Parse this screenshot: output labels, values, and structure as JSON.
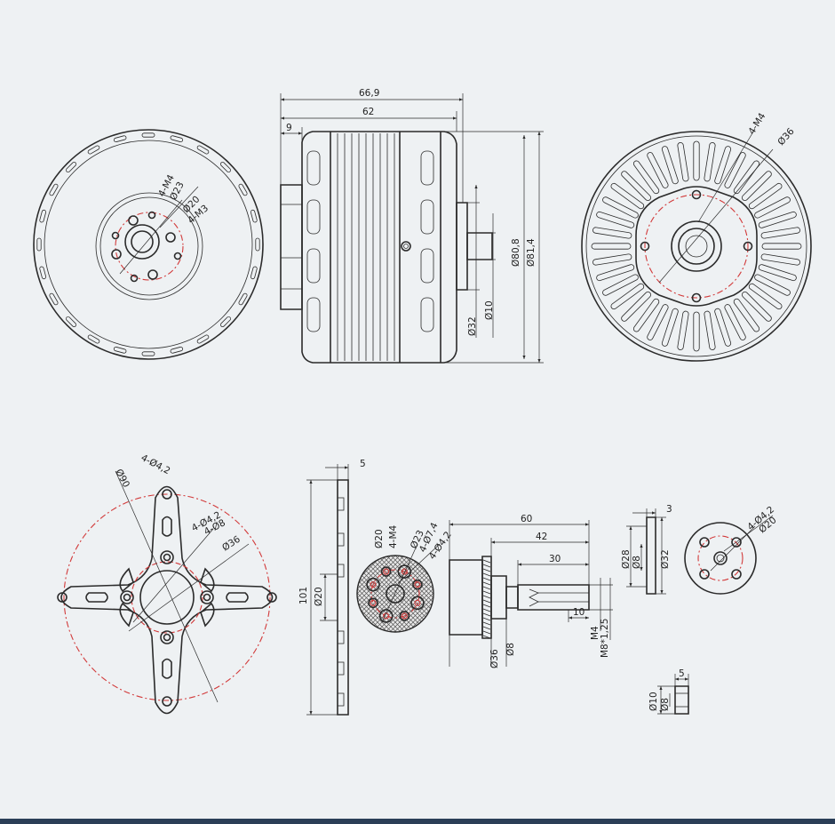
{
  "colors": {
    "background": "#eef1f3",
    "line": "#2b2b2b",
    "center_line": "#d23a3a",
    "bottom_bar": "#2b3e57"
  },
  "front_view": {
    "labels": [
      "4-M4",
      "Ø23",
      "Ø20",
      "4-M3"
    ]
  },
  "side_view": {
    "labels": [
      "66,9",
      "62",
      "9",
      "Ø80,8",
      "Ø81,4",
      "Ø32",
      "Ø10"
    ]
  },
  "rear_view": {
    "labels": [
      "4-M4",
      "Ø36"
    ]
  },
  "mount_plate": {
    "labels": [
      "4-Ø4,2",
      "Ø90",
      "4-Ø4,2",
      "4-Ø8",
      "Ø36"
    ]
  },
  "plate_side": {
    "labels": [
      "5",
      "101",
      "Ø20"
    ]
  },
  "carbon_plate": {
    "labels": [
      "Ø20",
      "4-M4",
      "Ø23",
      "4-Ø7,4",
      "4-Ø4,2"
    ]
  },
  "shaft": {
    "labels": [
      "60",
      "42",
      "30",
      "10",
      "Ø36",
      "Ø8",
      "M4",
      "M8*1,25"
    ]
  },
  "prop_adapter_side": {
    "labels": [
      "3",
      "Ø28",
      "Ø8",
      "Ø32"
    ]
  },
  "prop_adapter_front": {
    "labels": [
      "4-Ø4,2",
      "Ø20"
    ]
  },
  "spacer": {
    "labels": [
      "5",
      "Ø10",
      "Ø8"
    ]
  }
}
